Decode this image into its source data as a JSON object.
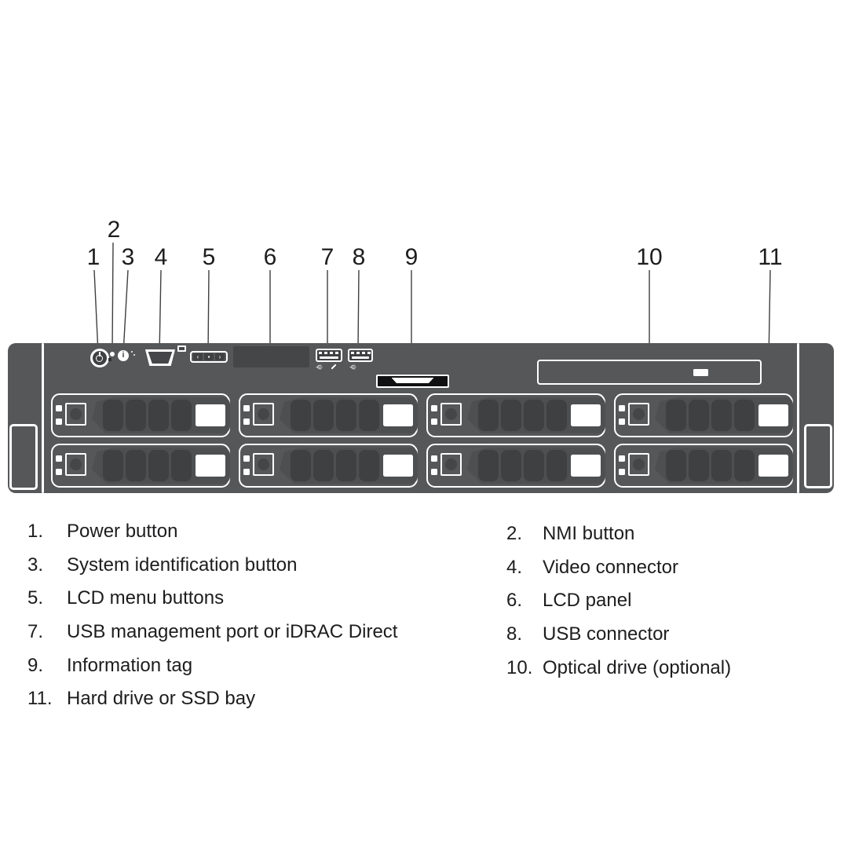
{
  "figure": {
    "title": "Server front view diagram",
    "callouts": [
      {
        "num": "1",
        "label": "Power button"
      },
      {
        "num": "2",
        "label": "NMI button"
      },
      {
        "num": "3",
        "label": "System identification button"
      },
      {
        "num": "4",
        "label": "Video connector"
      },
      {
        "num": "5",
        "label": "LCD menu buttons"
      },
      {
        "num": "6",
        "label": "LCD panel"
      },
      {
        "num": "7",
        "label": "USB management port or iDRAC Direct"
      },
      {
        "num": "8",
        "label": "USB connector"
      },
      {
        "num": "9",
        "label": "Information tag"
      },
      {
        "num": "10",
        "label": "Optical drive (optional)"
      },
      {
        "num": "11",
        "label": "Hard drive or SSD bay"
      }
    ],
    "drive_bays": {
      "rows": 2,
      "columns": 4
    },
    "colors": {
      "chassis": "#565759",
      "panel": "#454648",
      "slot": "#3f4042",
      "carrier": "#4e4f51",
      "outline": "#ffffff",
      "leader": "#3f3f41",
      "text": "#1d1d1f"
    }
  }
}
